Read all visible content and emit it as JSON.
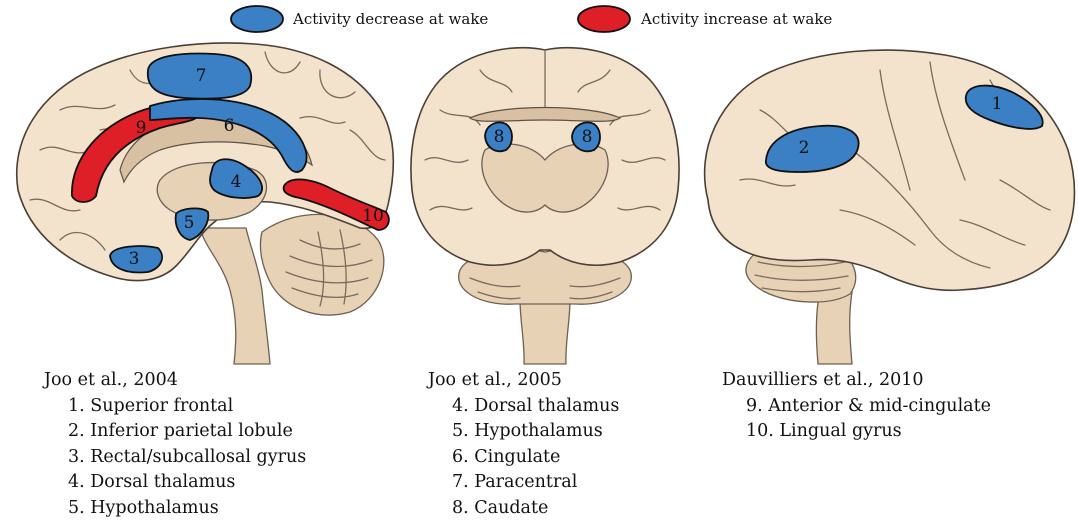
{
  "legend": {
    "decrease_label": "Activity decrease at wake",
    "increase_label": "Activity increase at wake",
    "decrease_color": "#3b7fc4",
    "increase_color": "#df1f27"
  },
  "regions": {
    "r1": "1",
    "r2": "2",
    "r3": "3",
    "r4": "4",
    "r5": "5",
    "r6": "6",
    "r7": "7",
    "r8a": "8",
    "r8b": "8",
    "r9": "9",
    "r10": "10"
  },
  "studies": [
    {
      "citation": "Joo et al., 2004",
      "items": [
        "1. Superior frontal",
        "2. Inferior parietal lobule",
        "3. Rectal/subcallosal gyrus",
        "4. Dorsal thalamus",
        "5. Hypothalamus"
      ]
    },
    {
      "citation": "Joo et al., 2005",
      "items": [
        "4. Dorsal thalamus",
        "5. Hypothalamus",
        "6. Cingulate",
        "7. Paracentral",
        "8. Caudate"
      ]
    },
    {
      "citation": "Dauvilliers et al., 2010",
      "items": [
        "9. Anterior & mid-cingulate",
        "10. Lingual gyrus"
      ]
    }
  ]
}
